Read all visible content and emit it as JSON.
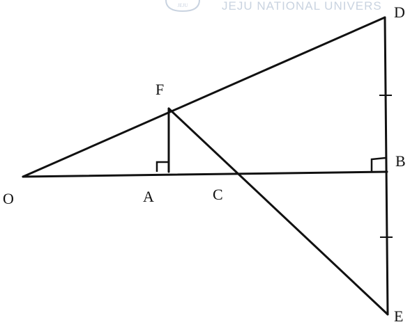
{
  "colors": {
    "ink": "#111111",
    "watermark": "#c9d3e0",
    "background": "#ffffff"
  },
  "watermark": {
    "text": "JEJU NATIONAL UNIVERS",
    "seal_icon": "university-seal-icon"
  },
  "labels": {
    "O": "O",
    "A": "A",
    "C": "C",
    "B": "B",
    "D": "D",
    "E": "E",
    "F": "F"
  }
}
